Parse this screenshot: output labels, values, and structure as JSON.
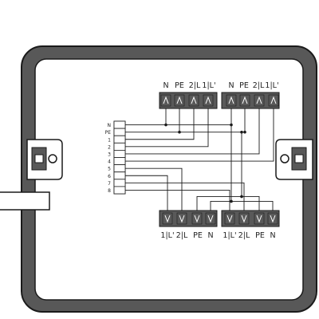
{
  "colors": {
    "housing": "#585858",
    "outline": "#1a1a1a",
    "panel": "#ffffff",
    "terminal": "#595959",
    "wire": "#1a1a1a"
  },
  "connectors": {
    "top_left": [
      "N",
      "PE",
      "2|L",
      "1|L'"
    ],
    "top_right": [
      "N",
      "PE",
      "2|L",
      "1|L'"
    ],
    "bottom_left": [
      "1|L'",
      "2|L",
      "PE",
      "N"
    ],
    "bottom_right": [
      "1|L'",
      "2|L",
      "PE",
      "N"
    ]
  },
  "terminal_block": {
    "labels": [
      "N",
      "PE",
      "1",
      "2",
      "3",
      "4",
      "5",
      "6",
      "7",
      "8"
    ]
  }
}
